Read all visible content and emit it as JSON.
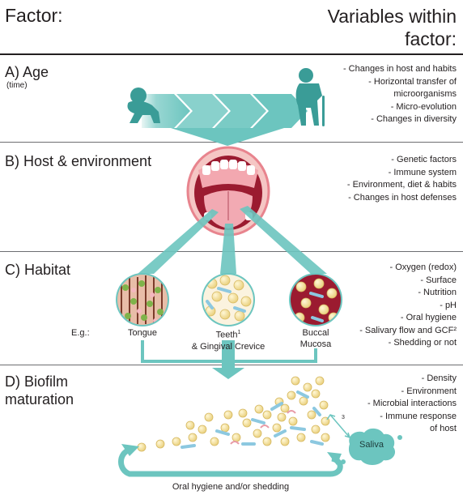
{
  "header": {
    "left_title": "Factor:",
    "right_title_line1": "Variables within",
    "right_title_line2": "factor:"
  },
  "sections": {
    "age": {
      "title": "A) Age",
      "subtitle": "(time)",
      "variables": [
        "- Changes in host and habits",
        "- Horizontal transfer of",
        "microorganisms",
        "- Micro-evolution",
        "- Changes in diversity"
      ]
    },
    "host": {
      "title": "B) Host & environment",
      "variables": [
        "- Genetic factors",
        "- Immune system",
        "- Environment, diet & habits",
        "- Changes in host defenses"
      ]
    },
    "habitat": {
      "title": "C) Habitat",
      "example_label": "E.g.:",
      "sites": {
        "tongue": "Tongue",
        "teeth_line1": "Teeth",
        "teeth_sup": "1",
        "teeth_line2": "& Gingival Crevice",
        "buccal_line1": "Buccal",
        "buccal_line2": "Mucosa"
      },
      "variables": [
        "- Oxygen (redox)",
        "- Surface",
        "- Nutrition",
        "- pH",
        "- Oral hygiene",
        "- Salivary flow and GCF²",
        "- Shedding or not"
      ]
    },
    "biofilm": {
      "title_line1": "D) Biofilm",
      "title_line2": "maturation",
      "variables": [
        "- Density",
        "- Environment",
        "- Microbial interactions",
        "- Immune response",
        "of host"
      ],
      "saliva_label": "Saliva",
      "saliva_ref": "3",
      "cycle_label": "Oral hygiene and/or shedding"
    }
  },
  "colors": {
    "teal": "#6cc5bf",
    "dark_teal": "#3a9c97",
    "gum_pink": "#e8848e",
    "tongue_pink": "#f2aab3",
    "mucosa_red": "#9b1b30",
    "cell_yellow": "#f6e7a9",
    "rod_blue": "#8cc8e0"
  }
}
